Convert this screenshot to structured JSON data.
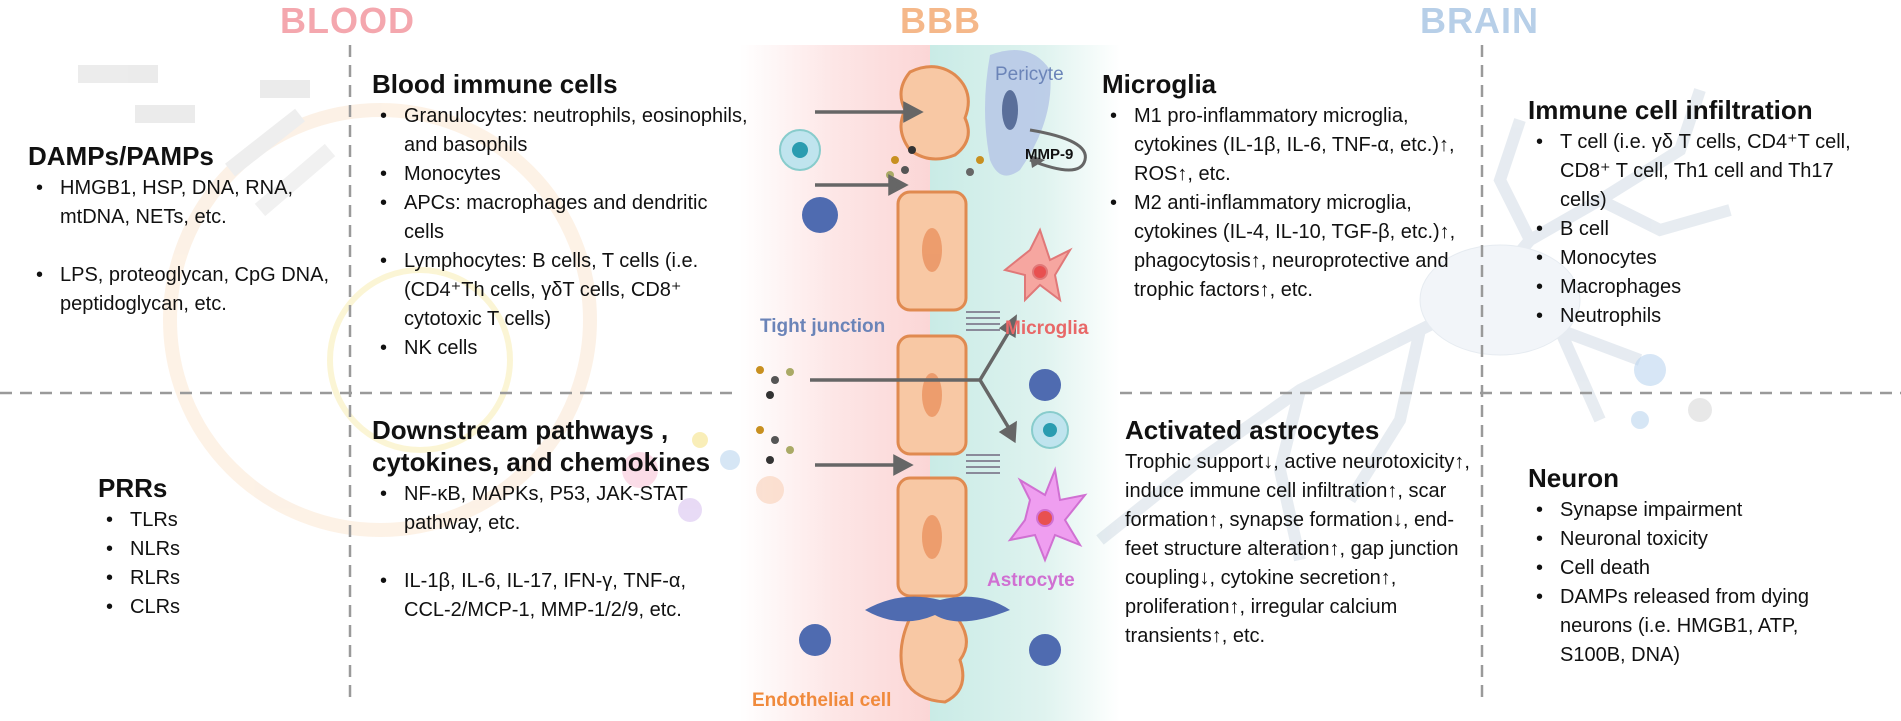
{
  "headers": {
    "blood": "BLOOD",
    "bbb": "BBB",
    "brain": "BRAIN"
  },
  "colors": {
    "blood_header": "#f4a7ae",
    "bbb_header": "#f5b88a",
    "brain_header": "#b7cfe8",
    "blood_band": "#fbd3d6",
    "brain_band": "#c8ece6",
    "endothelial": "#f8c8a4",
    "endothelial_stroke": "#e08a50",
    "pericyte": "#b6c7e6",
    "microglia": "#f28c8c",
    "astrocyte": "#e58ae8",
    "dashed": "#999999",
    "label_blue": "#6b84b8",
    "label_orange": "#f08a3c"
  },
  "damps": {
    "title": "DAMPs/PAMPs",
    "group1": [
      "HMGB1, HSP, DNA, RNA, mtDNA, NETs, etc."
    ],
    "group2": [
      "LPS, proteoglycan, CpG DNA, peptidoglycan, etc."
    ]
  },
  "prrs": {
    "title": "PRRs",
    "items": [
      "TLRs",
      "NLRs",
      "RLRs",
      "CLRs"
    ]
  },
  "blood_immune": {
    "title": "Blood immune cells",
    "items": [
      "Granulocytes: neutrophils, eosinophils, and basophils",
      "Monocytes",
      "APCs: macrophages and dendritic cells",
      "Lymphocytes: B cells, T cells (i.e. (CD4⁺Th cells, γδT cells, CD8⁺ cytotoxic T cells)",
      "NK cells"
    ]
  },
  "downstream": {
    "title": "Downstream pathways , cytokines, and chemokines",
    "group1": [
      "NF-κB, MAPKs, P53, JAK-STAT pathway, etc."
    ],
    "group2": [
      "IL-1β, IL-6, IL-17, IFN-γ, TNF-α, CCL-2/MCP-1, MMP-1/2/9, etc."
    ]
  },
  "bbb_labels": {
    "pericyte": "Pericyte",
    "mmp9": "MMP-9",
    "tight_junction": "Tight junction",
    "microglia": "Microglia",
    "astrocyte": "Astrocyte",
    "endothelial": "Endothelial cell"
  },
  "microglia": {
    "title": "Microglia",
    "items": [
      "M1 pro-inflammatory microglia, cytokines (IL-1β, IL-6, TNF-α, etc.)↑, ROS↑, etc.",
      "M2 anti-inflammatory microglia, cytokines (IL-4, IL-10, TGF-β, etc.)↑, phagocytosis↑, neuroprotective and trophic factors↑, etc."
    ]
  },
  "astrocytes": {
    "title": "Activated astrocytes",
    "text": "Trophic support↓, active neurotoxicity↑, induce immune cell infiltration↑, scar formation↑, synapse formation↓, end-feet structure alteration↑, gap junction coupling↓, cytokine secretion↑, proliferation↑, irregular calcium transients↑, etc."
  },
  "infiltration": {
    "title": "Immune cell infiltration",
    "items": [
      "T cell (i.e. γδ T cells, CD4⁺T cell, CD8⁺ T cell, Th1 cell and Th17 cells)",
      "B cell",
      "Monocytes",
      "Macrophages",
      "Neutrophils"
    ]
  },
  "neuron": {
    "title": "Neuron",
    "items": [
      "Synapse impairment",
      "Neuronal toxicity",
      "Cell death",
      "DAMPs released from dying neurons (i.e. HMGB1, ATP, S100B, DNA)"
    ]
  }
}
